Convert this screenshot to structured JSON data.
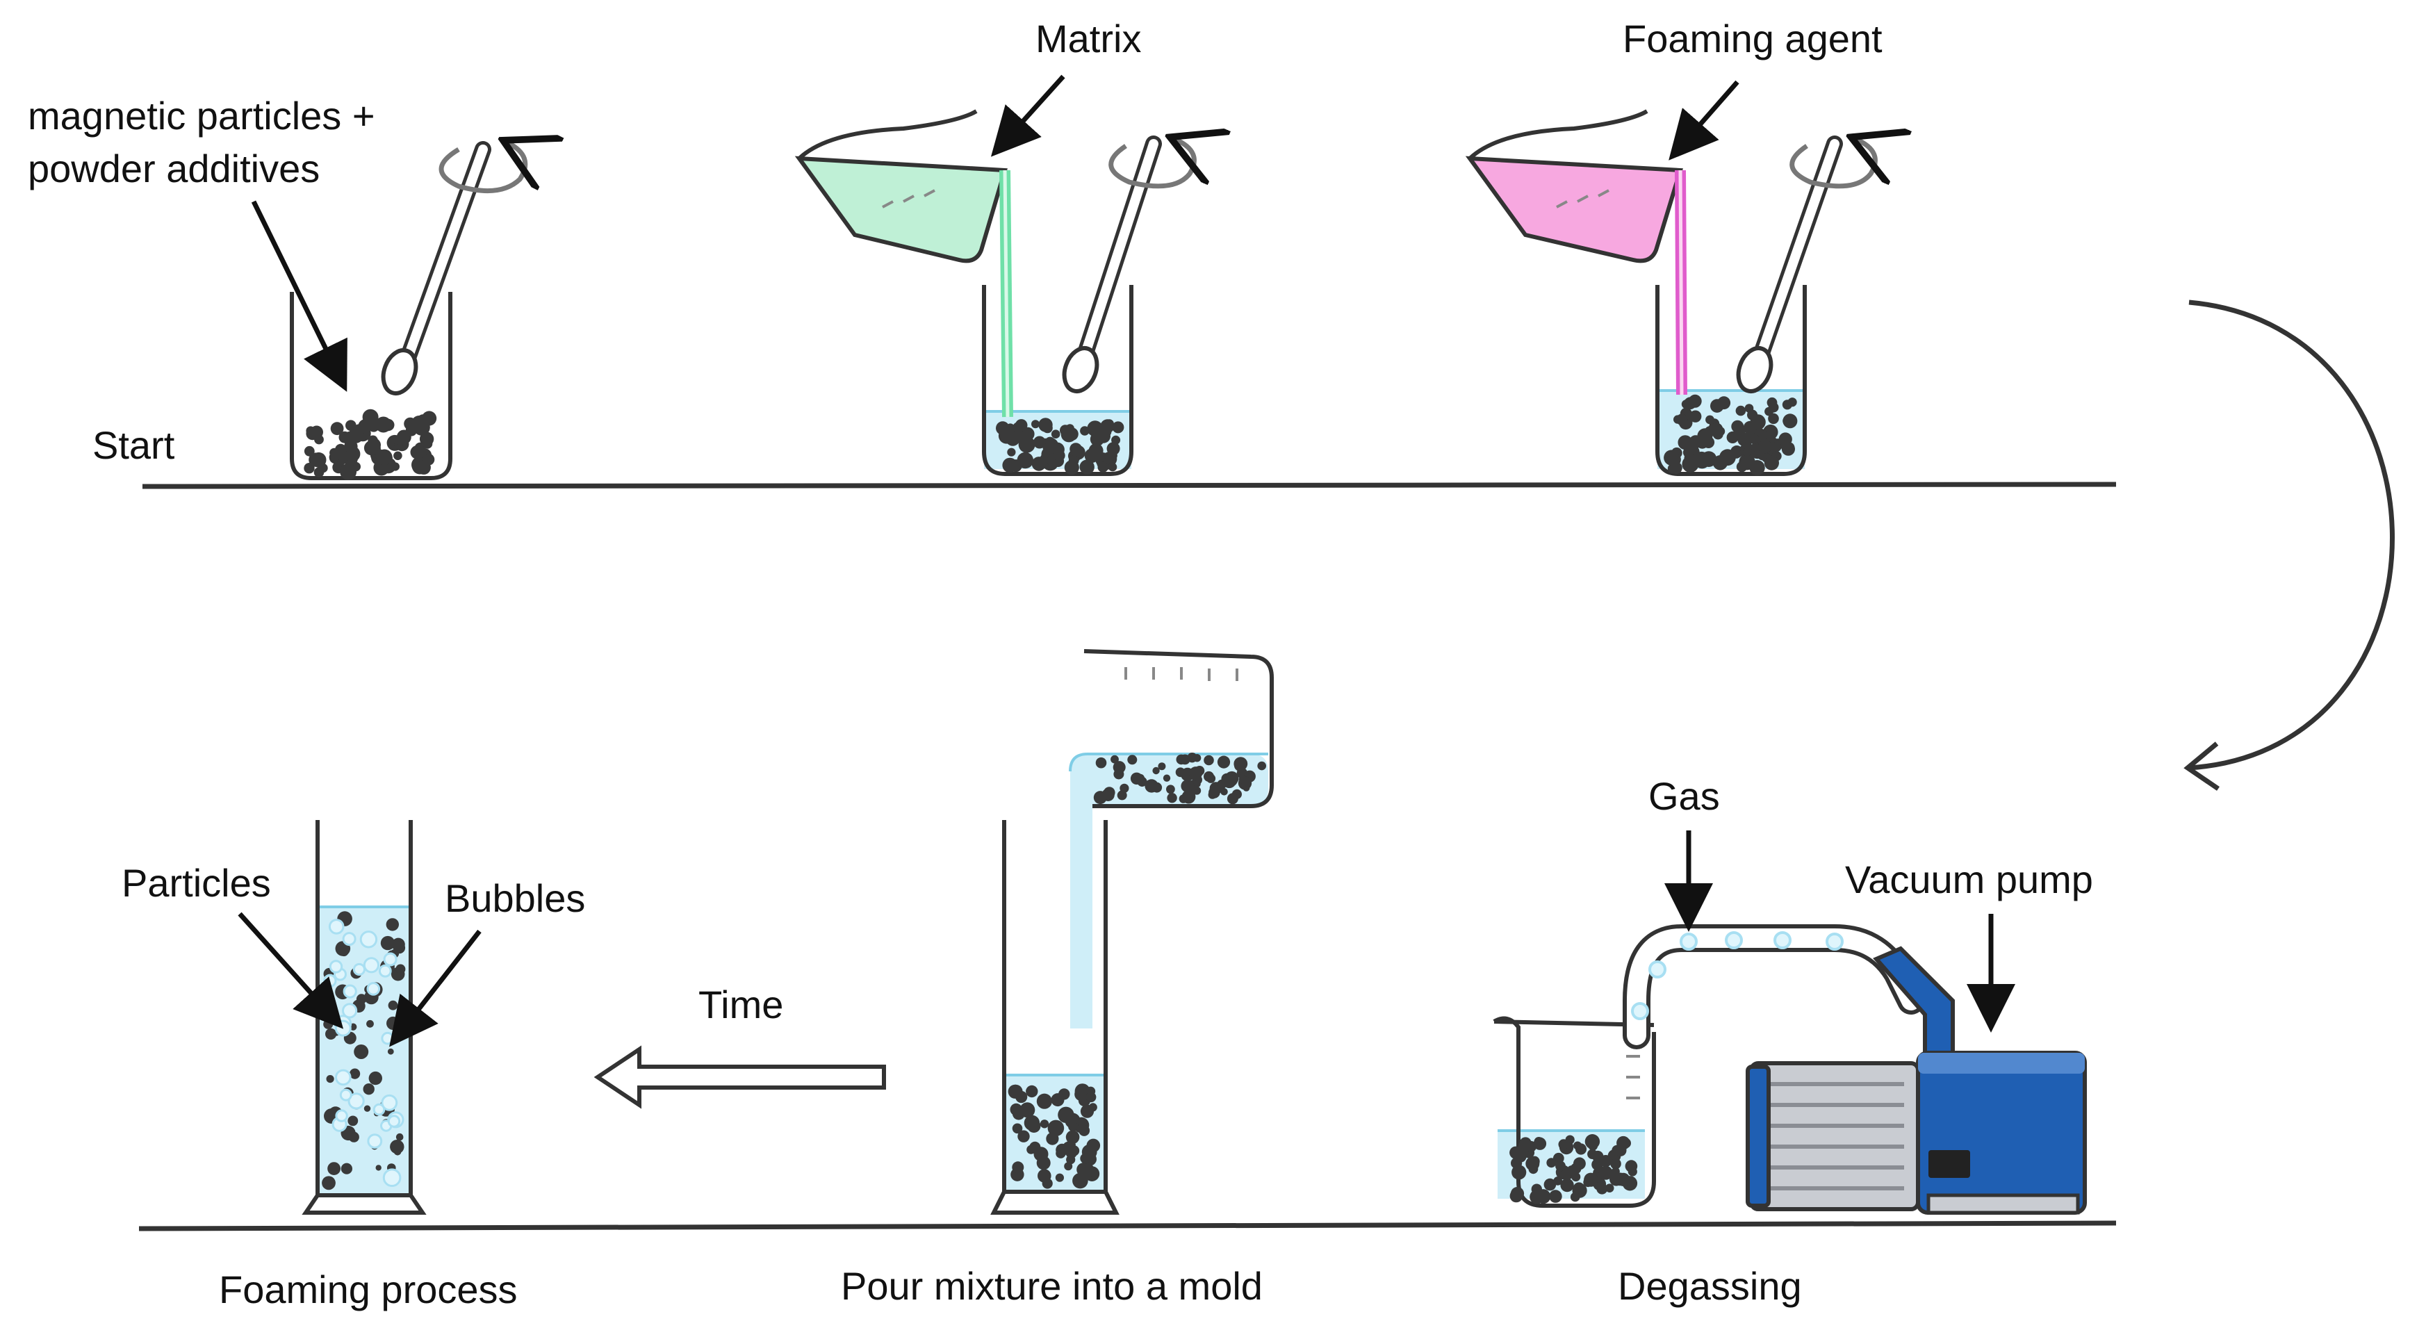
{
  "labels": {
    "magnetic_line1": "magnetic particles +",
    "magnetic_line2": "powder additives",
    "start": "Start",
    "matrix": "Matrix",
    "foaming_agent": "Foaming agent",
    "gas": "Gas",
    "vacuum_pump": "Vacuum pump",
    "particles": "Particles",
    "bubbles": "Bubbles",
    "time": "Time"
  },
  "captions": {
    "foaming_process": "Foaming process",
    "pour_mixture": "Pour mixture into a mold",
    "degassing": "Degassing"
  },
  "colors": {
    "liquid": "#cfeef8",
    "liquid_edge": "#7fcde6",
    "matrix_fluid": "#bff0d6",
    "matrix_stream": "#6fe0a8",
    "foaming_fluid": "#f7a8e0",
    "foaming_stream": "#e05ccc",
    "particle": "#3a3a3a",
    "bubble": "#a8dff2",
    "pump_blue": "#1f5fb3",
    "pump_grey": "#c9ccd2"
  },
  "icons": {
    "rotation": "rotation-arrow-icon",
    "transition": "curved-arrow-icon",
    "time": "hollow-arrow-icon"
  }
}
